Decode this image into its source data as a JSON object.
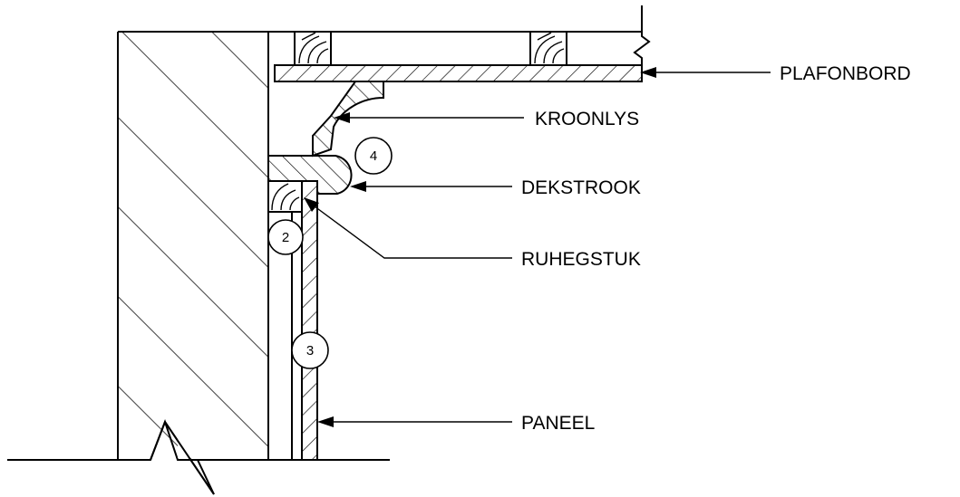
{
  "labels": {
    "plafonbord": "PLAFONBORD",
    "kroonlys": "KROONLYS",
    "dekstrook": "DEKSTROOK",
    "ruhegstuk": "RUHEGSTUK",
    "paneel": "PANEEL"
  },
  "callouts": {
    "c2": "2",
    "c3": "3",
    "c4": "4"
  }
}
